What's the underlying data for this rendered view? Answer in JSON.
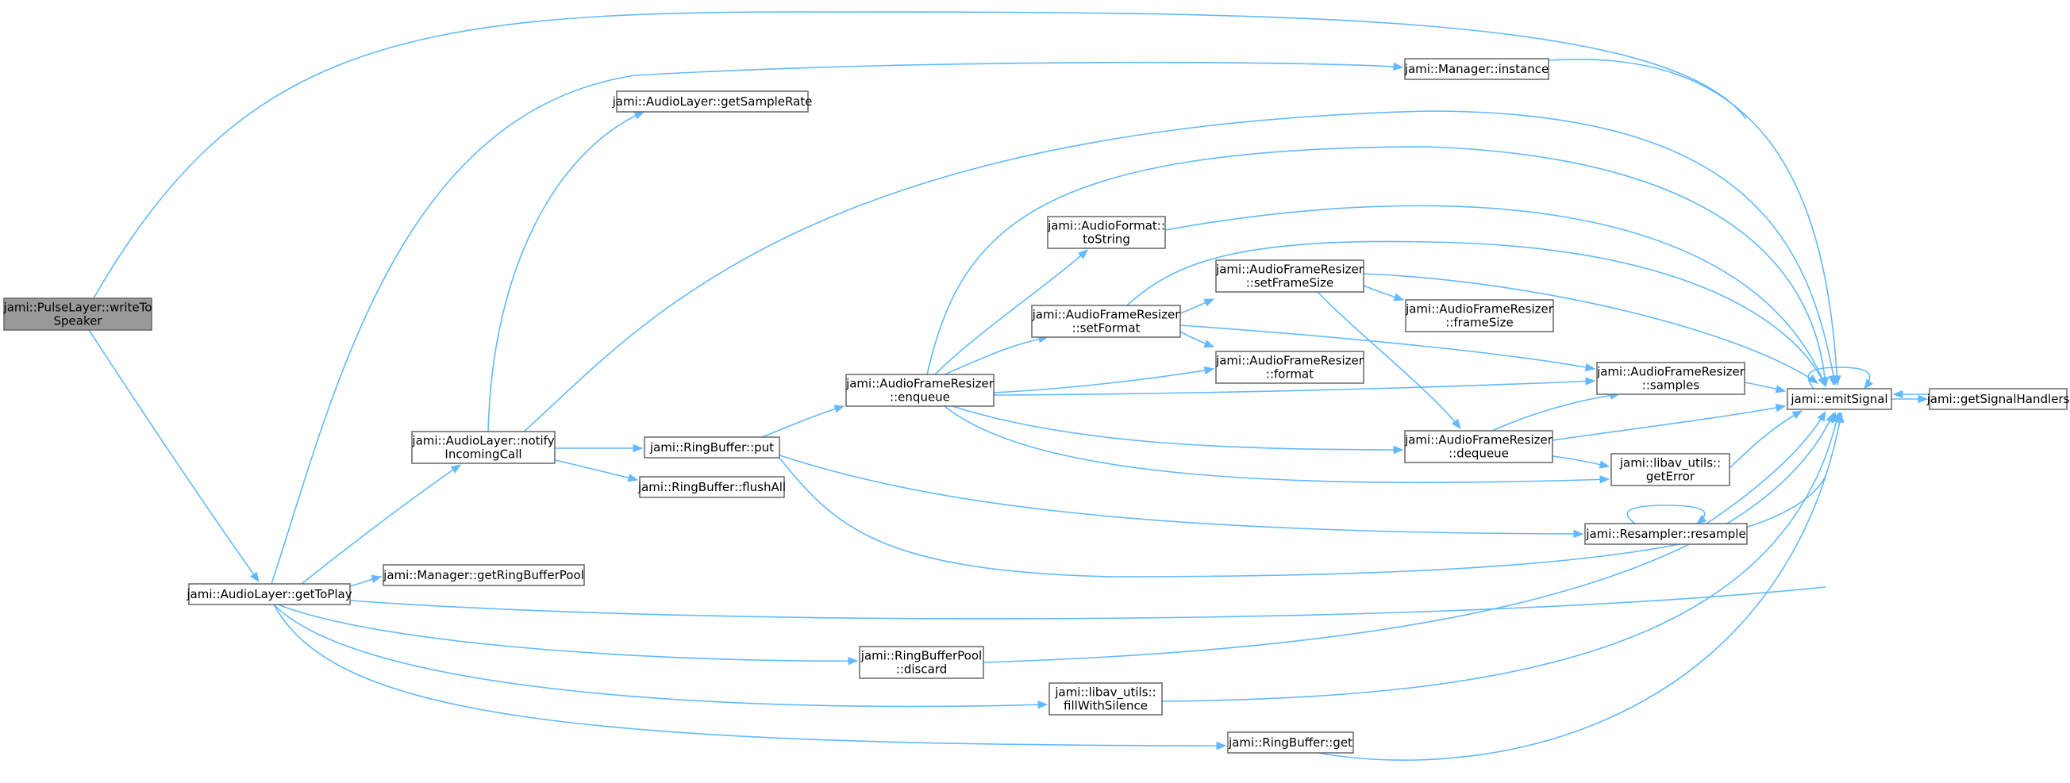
{
  "graph": {
    "edge_color": "#63b8ff",
    "node_border_color": "#666666",
    "root_fill_color": "#999999",
    "nodes": [
      {
        "id": "writeToSpeaker",
        "lines": [
          "jami::PulseLayer::writeTo",
          "Speaker"
        ],
        "root": true
      },
      {
        "id": "getToPlay",
        "lines": [
          "jami::AudioLayer::getToPlay"
        ]
      },
      {
        "id": "emitSignal",
        "lines": [
          "jami::emitSignal"
        ]
      },
      {
        "id": "managerInstance",
        "lines": [
          "jami::Manager::instance"
        ]
      },
      {
        "id": "notifyIncomingCall",
        "lines": [
          "jami::AudioLayer::notify",
          "IncomingCall"
        ]
      },
      {
        "id": "getRingBufferPool",
        "lines": [
          "jami::Manager::getRingBufferPool"
        ]
      },
      {
        "id": "discard",
        "lines": [
          "jami::RingBufferPool",
          "::discard"
        ]
      },
      {
        "id": "fillWithSilence",
        "lines": [
          "jami::libav_utils::",
          "fillWithSilence"
        ]
      },
      {
        "id": "rbGet",
        "lines": [
          "jami::RingBuffer::get"
        ]
      },
      {
        "id": "getSignalHandlers",
        "lines": [
          "jami::getSignalHandlers"
        ]
      },
      {
        "id": "getSampleRate",
        "lines": [
          "jami::AudioLayer::getSampleRate"
        ]
      },
      {
        "id": "flushAll",
        "lines": [
          "jami::RingBuffer::flushAll"
        ]
      },
      {
        "id": "rbPut",
        "lines": [
          "jami::RingBuffer::put"
        ]
      },
      {
        "id": "enqueue",
        "lines": [
          "jami::AudioFrameResizer",
          "::enqueue"
        ]
      },
      {
        "id": "resample",
        "lines": [
          "jami::Resampler::resample"
        ]
      },
      {
        "id": "toString",
        "lines": [
          "jami::AudioFormat::",
          "toString"
        ]
      },
      {
        "id": "setFormat",
        "lines": [
          "jami::AudioFrameResizer",
          "::setFormat"
        ]
      },
      {
        "id": "format",
        "lines": [
          "jami::AudioFrameResizer",
          "::format"
        ]
      },
      {
        "id": "samples",
        "lines": [
          "jami::AudioFrameResizer",
          "::samples"
        ]
      },
      {
        "id": "dequeue",
        "lines": [
          "jami::AudioFrameResizer",
          "::dequeue"
        ]
      },
      {
        "id": "getError",
        "lines": [
          "jami::libav_utils::",
          "getError"
        ]
      },
      {
        "id": "setFrameSize",
        "lines": [
          "jami::AudioFrameResizer",
          "::setFrameSize"
        ]
      },
      {
        "id": "frameSize",
        "lines": [
          "jami::AudioFrameResizer",
          "::frameSize"
        ]
      }
    ],
    "edges": [
      {
        "from": "writeToSpeaker",
        "to": "emitSignal"
      },
      {
        "from": "writeToSpeaker",
        "to": "getToPlay"
      },
      {
        "from": "getToPlay",
        "to": "managerInstance"
      },
      {
        "from": "getToPlay",
        "to": "notifyIncomingCall"
      },
      {
        "from": "getToPlay",
        "to": "getRingBufferPool"
      },
      {
        "from": "getToPlay",
        "to": "emitSignal"
      },
      {
        "from": "getToPlay",
        "to": "discard"
      },
      {
        "from": "getToPlay",
        "to": "fillWithSilence"
      },
      {
        "from": "getToPlay",
        "to": "rbGet"
      },
      {
        "from": "managerInstance",
        "to": "emitSignal"
      },
      {
        "from": "notifyIncomingCall",
        "to": "getSampleRate"
      },
      {
        "from": "notifyIncomingCall",
        "to": "emitSignal"
      },
      {
        "from": "notifyIncomingCall",
        "to": "rbPut"
      },
      {
        "from": "notifyIncomingCall",
        "to": "flushAll"
      },
      {
        "from": "rbPut",
        "to": "enqueue"
      },
      {
        "from": "rbPut",
        "to": "resample"
      },
      {
        "from": "rbPut",
        "to": "emitSignal"
      },
      {
        "from": "enqueue",
        "to": "emitSignal"
      },
      {
        "from": "enqueue",
        "to": "toString"
      },
      {
        "from": "enqueue",
        "to": "setFormat"
      },
      {
        "from": "enqueue",
        "to": "format"
      },
      {
        "from": "enqueue",
        "to": "samples"
      },
      {
        "from": "enqueue",
        "to": "dequeue"
      },
      {
        "from": "enqueue",
        "to": "getError"
      },
      {
        "from": "toString",
        "to": "emitSignal"
      },
      {
        "from": "setFormat",
        "to": "emitSignal"
      },
      {
        "from": "setFormat",
        "to": "setFrameSize"
      },
      {
        "from": "setFormat",
        "to": "format"
      },
      {
        "from": "setFormat",
        "to": "samples"
      },
      {
        "from": "setFrameSize",
        "to": "emitSignal"
      },
      {
        "from": "setFrameSize",
        "to": "frameSize"
      },
      {
        "from": "setFrameSize",
        "to": "dequeue"
      },
      {
        "from": "samples",
        "to": "emitSignal"
      },
      {
        "from": "dequeue",
        "to": "samples"
      },
      {
        "from": "dequeue",
        "to": "emitSignal"
      },
      {
        "from": "dequeue",
        "to": "getError"
      },
      {
        "from": "getError",
        "to": "emitSignal"
      },
      {
        "from": "resample",
        "to": "resample"
      },
      {
        "from": "resample",
        "to": "emitSignal"
      },
      {
        "from": "emitSignal",
        "to": "emitSignal"
      },
      {
        "from": "emitSignal",
        "to": "getSignalHandlers"
      },
      {
        "from": "getSignalHandlers",
        "to": "emitSignal"
      },
      {
        "from": "discard",
        "to": "emitSignal"
      },
      {
        "from": "fillWithSilence",
        "to": "emitSignal"
      },
      {
        "from": "rbGet",
        "to": "emitSignal"
      }
    ]
  }
}
